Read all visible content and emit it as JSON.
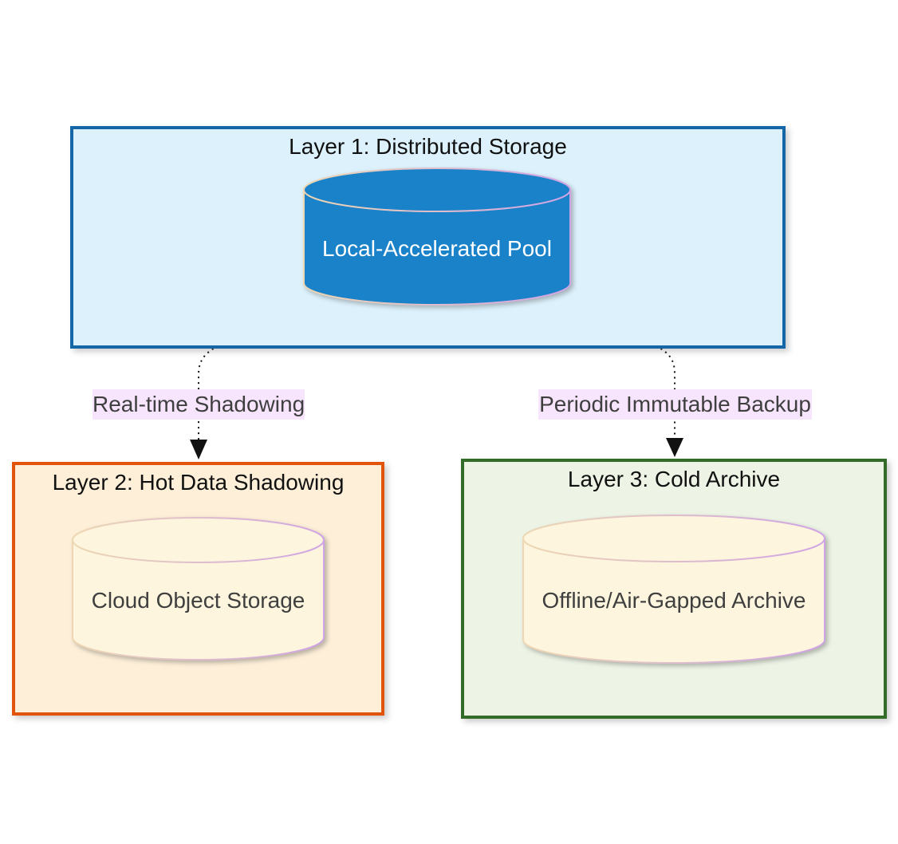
{
  "colors": {
    "canvas-bg": "#ffffff",
    "l1-fill": "#dcf1fc",
    "l1-border": "#1566a6",
    "l2-fill": "#fdefd8",
    "l2-border": "#e2540c",
    "l3-fill": "#edf4e6",
    "l3-border": "#336b28",
    "cyl-blue-fill": "#1a82c9",
    "cyl-cream-fill": "#fdf5dd",
    "cyl-stroke-a": "#eed7b2",
    "cyl-stroke-b": "#cfa3e6",
    "edge-label-bg": "#f7e5fd",
    "edge-line": "#111111",
    "title-color": "#111111",
    "dark-label-color": "#3f3f3f",
    "light-label-color": "#ffffff"
  },
  "layers": [
    {
      "title": "Layer 1: Distributed Storage",
      "node_label": "Local-Accelerated Pool"
    },
    {
      "title": "Layer 2: Hot Data Shadowing",
      "node_label": "Cloud Object Storage"
    },
    {
      "title": "Layer 3: Cold Archive",
      "node_label": "Offline/Air-Gapped Archive"
    }
  ],
  "edges": [
    {
      "label": "Real-time Shadowing"
    },
    {
      "label": "Periodic Immutable Backup"
    }
  ]
}
